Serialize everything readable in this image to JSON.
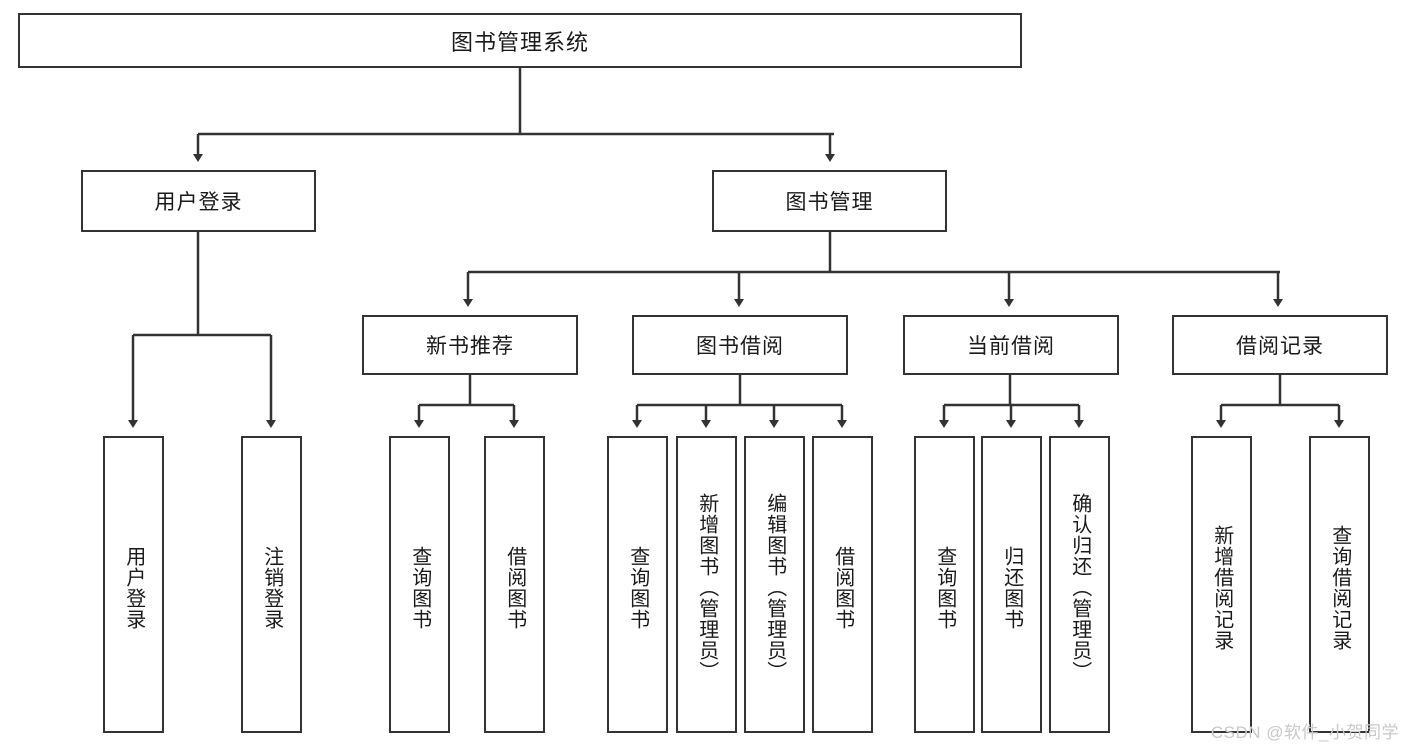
{
  "diagram": {
    "title": "图书管理系统",
    "watermark": "CSDN @软件_小贺同学",
    "colors": {
      "box_border": "#333333",
      "box_fill": "#ffffff",
      "edge": "#333333",
      "text": "#1a1a1a",
      "watermark": "#c9c9c9"
    },
    "levels": {
      "level1": [
        {
          "id": "root",
          "label": "图书管理系统"
        }
      ],
      "level2": [
        {
          "id": "user_login",
          "label": "用户登录"
        },
        {
          "id": "book_manage",
          "label": "图书管理"
        }
      ],
      "level3": [
        {
          "id": "new_book_rec",
          "label": "新书推荐",
          "parent": "book_manage"
        },
        {
          "id": "book_borrow",
          "label": "图书借阅",
          "parent": "book_manage"
        },
        {
          "id": "current_borrow",
          "label": "当前借阅",
          "parent": "book_manage"
        },
        {
          "id": "borrow_record",
          "label": "借阅记录",
          "parent": "book_manage"
        }
      ],
      "level4": [
        {
          "id": "leaf_user_login",
          "label": "用户登录",
          "parent": "user_login"
        },
        {
          "id": "leaf_logout",
          "label": "注销登录",
          "parent": "user_login"
        },
        {
          "id": "leaf_query_book_1",
          "label": "查询图书",
          "parent": "new_book_rec"
        },
        {
          "id": "leaf_borrow_book_1",
          "label": "借阅图书",
          "parent": "new_book_rec"
        },
        {
          "id": "leaf_query_book_2",
          "label": "查询图书",
          "parent": "book_borrow"
        },
        {
          "id": "leaf_add_book",
          "label": "新增图书（管理员）",
          "parent": "book_borrow"
        },
        {
          "id": "leaf_edit_book",
          "label": "编辑图书（管理员）",
          "parent": "book_borrow"
        },
        {
          "id": "leaf_borrow_book_2",
          "label": "借阅图书",
          "parent": "book_borrow"
        },
        {
          "id": "leaf_query_book_3",
          "label": "查询图书",
          "parent": "current_borrow"
        },
        {
          "id": "leaf_return_book",
          "label": "归还图书",
          "parent": "current_borrow"
        },
        {
          "id": "leaf_confirm_return",
          "label": "确认归还（管理员）",
          "parent": "current_borrow"
        },
        {
          "id": "leaf_add_record",
          "label": "新增借阅记录",
          "parent": "borrow_record"
        },
        {
          "id": "leaf_query_record",
          "label": "查询借阅记录",
          "parent": "borrow_record"
        }
      ]
    }
  }
}
